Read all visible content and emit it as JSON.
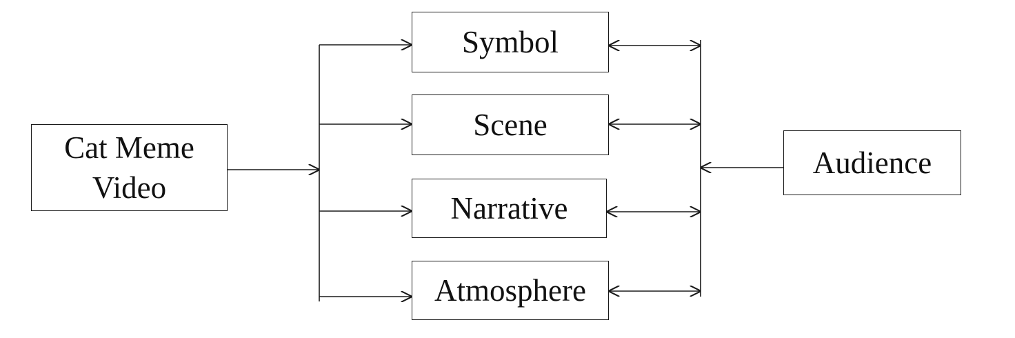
{
  "diagram": {
    "source": {
      "line1": "Cat Meme",
      "line2": "Video"
    },
    "elements": [
      "Symbol",
      "Scene",
      "Narrative",
      "Atmosphere"
    ],
    "target": "Audience"
  }
}
